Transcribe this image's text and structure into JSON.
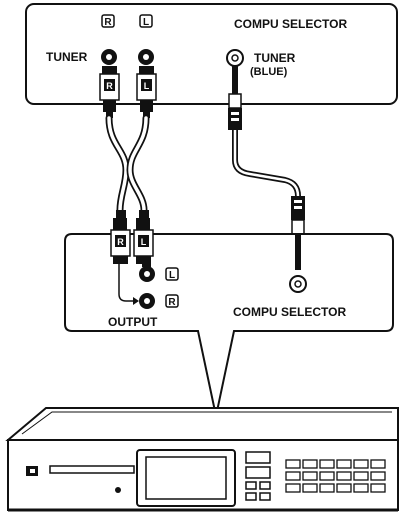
{
  "colors": {
    "ink": "#111111",
    "paper": "#ffffff"
  },
  "top_panel": {
    "channel_right": "R",
    "channel_left": "L",
    "tuner_label": "TUNER",
    "compu_selector_label": "COMPU SELECTOR",
    "tuner_jack_label_line1": "TUNER",
    "tuner_jack_label_line2": "(BLUE)"
  },
  "cable": {
    "plug_right": "R",
    "plug_left": "L"
  },
  "bottom_panel": {
    "output_label": "OUTPUT",
    "compu_selector_label": "COMPU SELECTOR",
    "channel_left": "L",
    "channel_right": "R"
  },
  "device": {
    "icons": [
      "power-switch-icon",
      "cassette-slot-icon",
      "display-window-icon",
      "preset-buttons-icon"
    ]
  }
}
